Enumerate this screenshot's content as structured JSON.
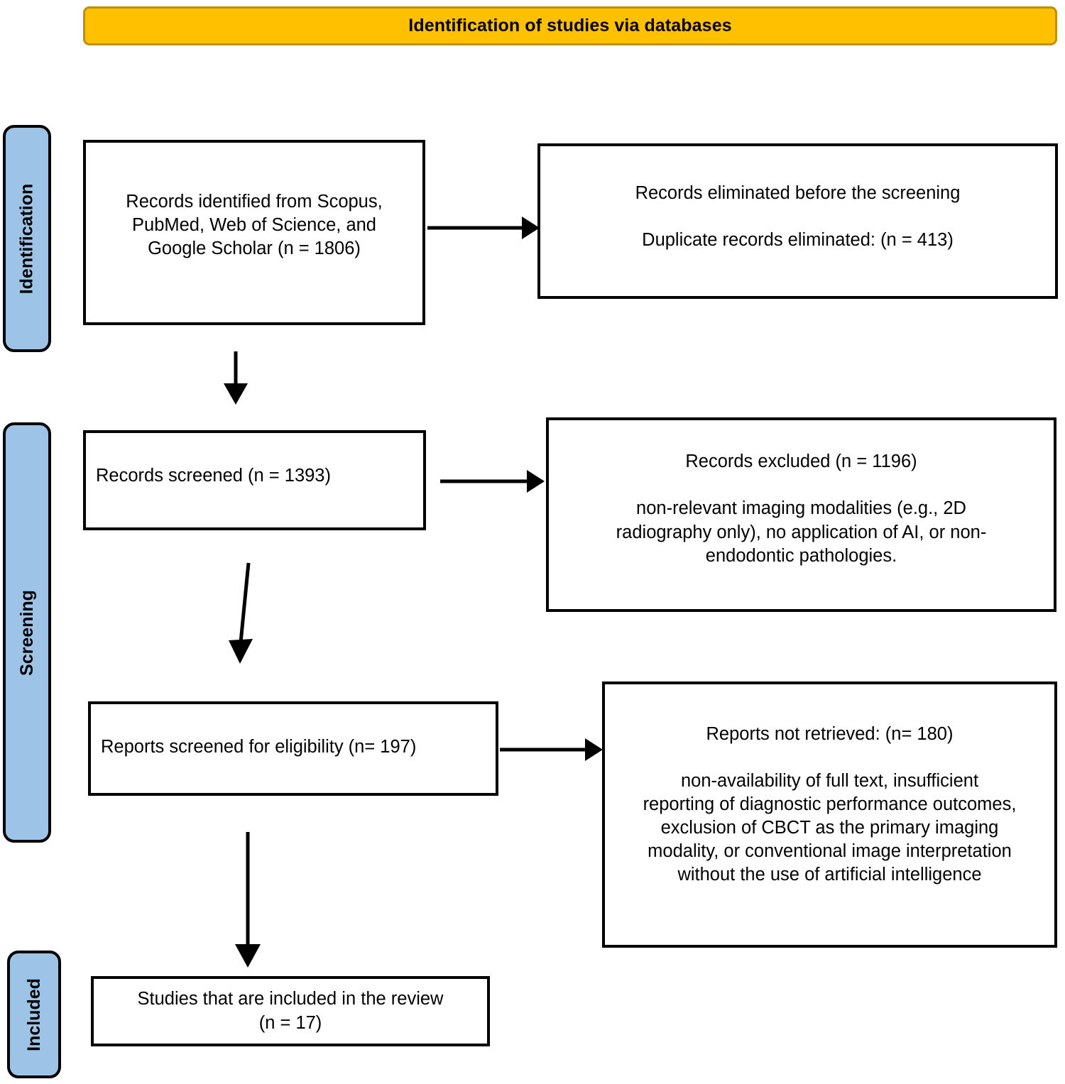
{
  "header": {
    "title": "Identification of studies via databases"
  },
  "phases": [
    {
      "id": "identification",
      "label": "Identification"
    },
    {
      "id": "screening",
      "label": "Screening"
    },
    {
      "id": "included",
      "label": "Included"
    }
  ],
  "boxes": {
    "identified": {
      "text": "Records identified from Scopus,\nPubMed, Web of Science, and\nGoogle Scholar (n = 1806)"
    },
    "eliminated": {
      "text": "Records eliminated before the screening\n\nDuplicate records eliminated: (n = 413)"
    },
    "screened": {
      "text": "Records screened (n = 1393)"
    },
    "excluded": {
      "text": "Records excluded (n = 1196)\n\nnon-relevant imaging modalities (e.g., 2D\nradiography only), no application of AI, or non-\nendodontic pathologies."
    },
    "eligibility": {
      "text": "Reports screened for eligibility (n= 197)"
    },
    "not_retrieved": {
      "text": "Reports not retrieved: (n= 180)\n\nnon-availability of full text, insufficient\nreporting of diagnostic performance outcomes,\nexclusion of CBCT as the primary imaging\nmodality, or conventional image interpretation\nwithout the use of artificial intelligence"
    },
    "included": {
      "text": "Studies that are included in the review\n(n = 17)"
    }
  },
  "counts": {
    "records_identified": 1806,
    "duplicates_eliminated": 413,
    "records_screened": 1393,
    "records_excluded": 1196,
    "reports_screened_for_eligibility": 197,
    "reports_not_retrieved": 180,
    "studies_included": 17
  },
  "colors": {
    "banner_fill": "#FFC000",
    "banner_border": "#BF8F00",
    "phase_fill": "#9DC3E6",
    "box_border": "#000000",
    "box_fill": "#FFFFFF",
    "arrow": "#000000"
  },
  "arrows": [
    {
      "name": "identified-to-eliminated",
      "direction": "right"
    },
    {
      "name": "identified-to-screened",
      "direction": "down"
    },
    {
      "name": "screened-to-excluded",
      "direction": "right"
    },
    {
      "name": "screened-to-eligibility",
      "direction": "down"
    },
    {
      "name": "eligibility-to-not-retrieved",
      "direction": "right"
    },
    {
      "name": "eligibility-to-included",
      "direction": "down"
    }
  ]
}
